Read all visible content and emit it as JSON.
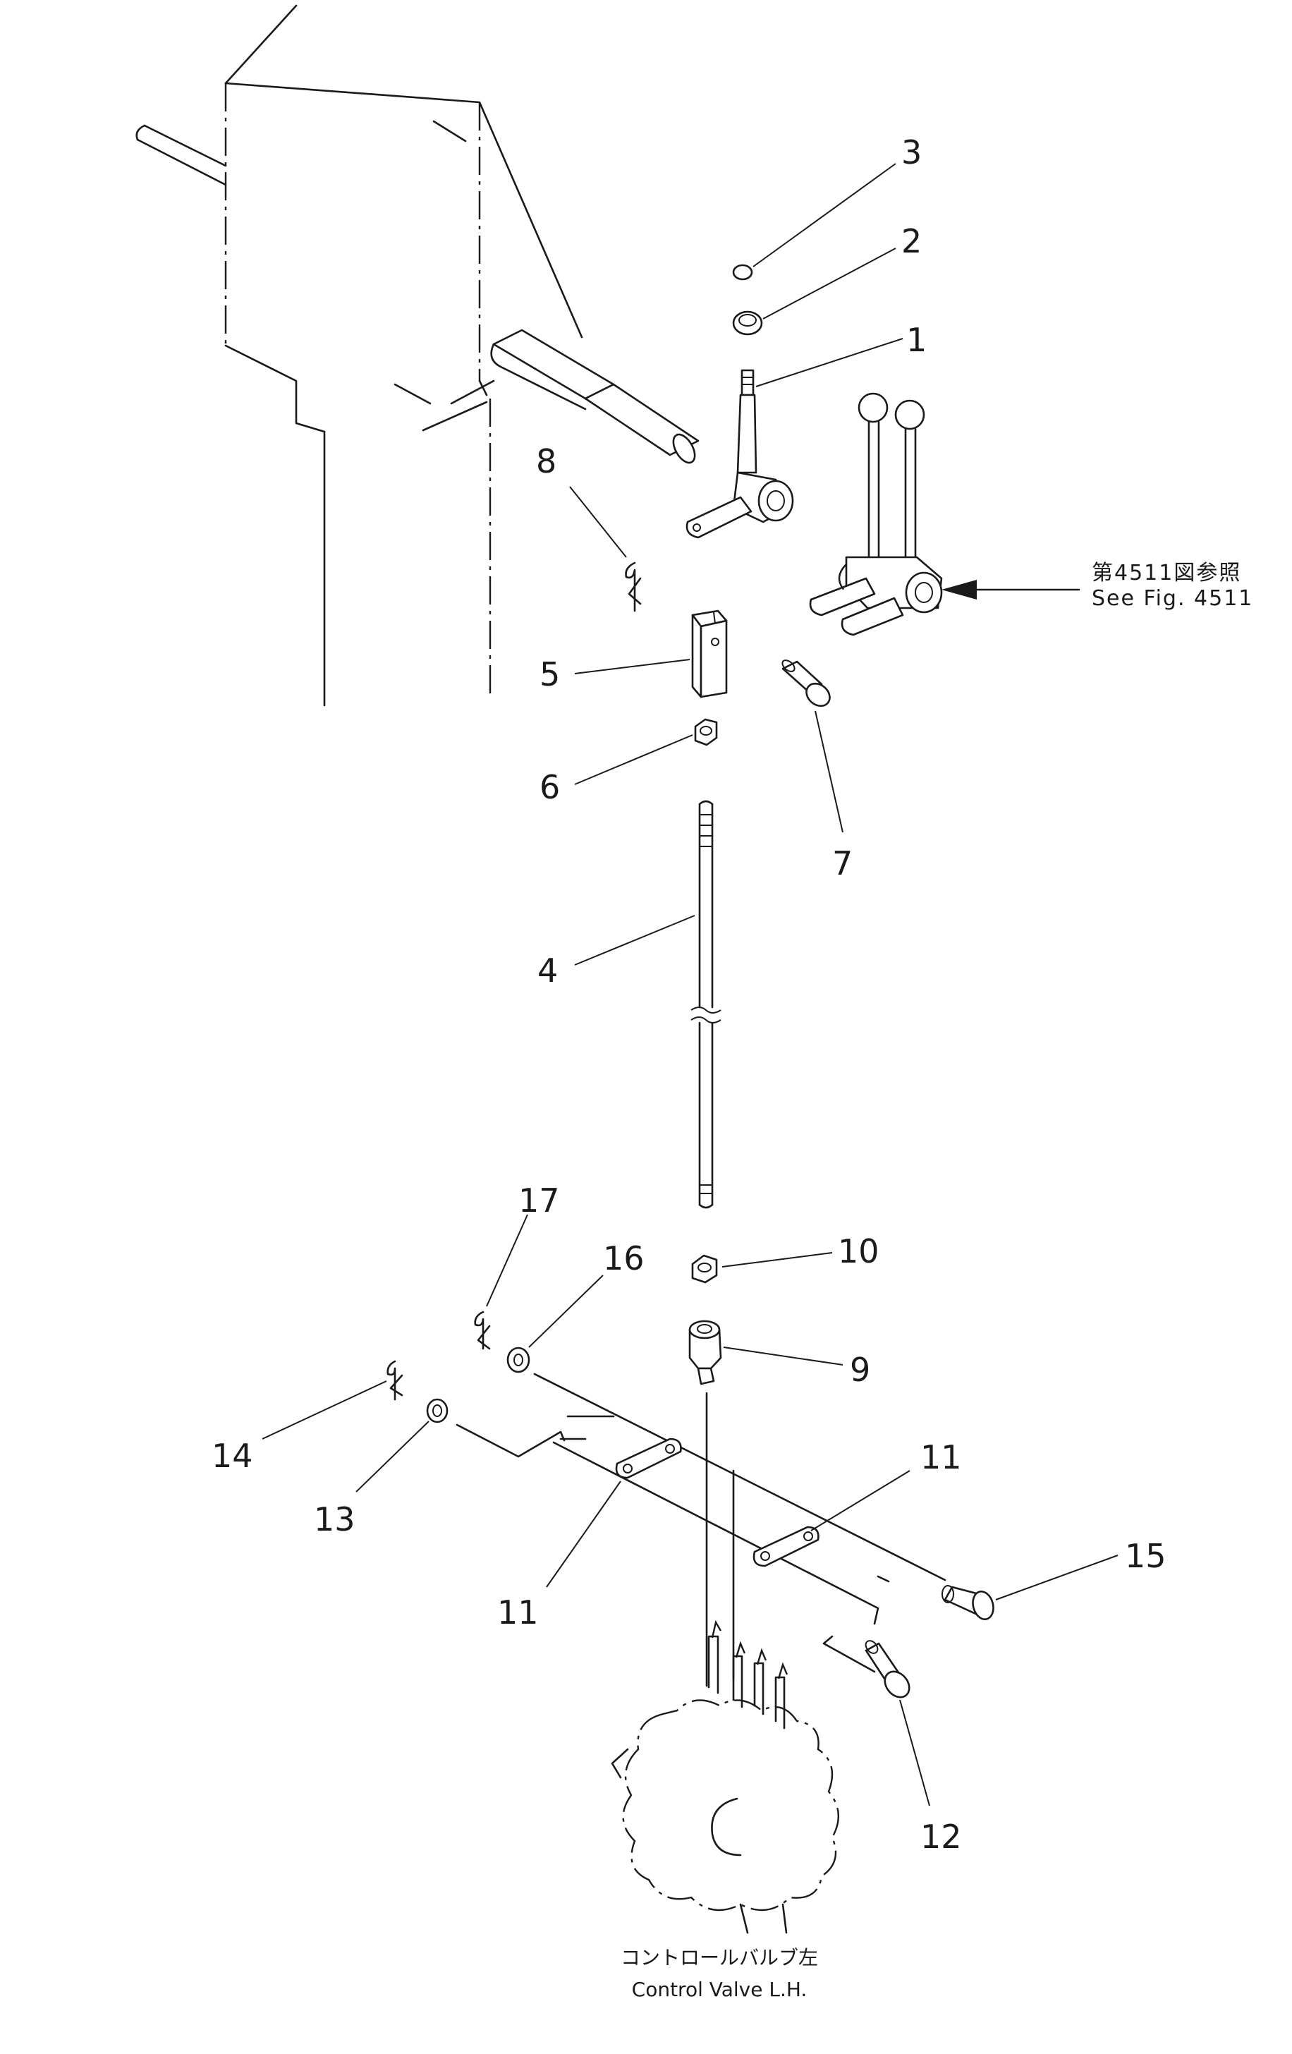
{
  "diagram": {
    "reference": {
      "jp": "第4511図参照",
      "en": "See Fig. 4511"
    },
    "caption": {
      "jp": "コントロールバルブ左",
      "en": "Control Valve L.H."
    },
    "callouts": {
      "c1": "1",
      "c2": "2",
      "c3": "3",
      "c4": "4",
      "c5": "5",
      "c6": "6",
      "c7": "7",
      "c8": "8",
      "c9": "9",
      "c10": "10",
      "c11a": "11",
      "c11b": "11",
      "c12": "12",
      "c13": "13",
      "c14": "14",
      "c15": "15",
      "c16": "16",
      "c17": "17"
    }
  }
}
